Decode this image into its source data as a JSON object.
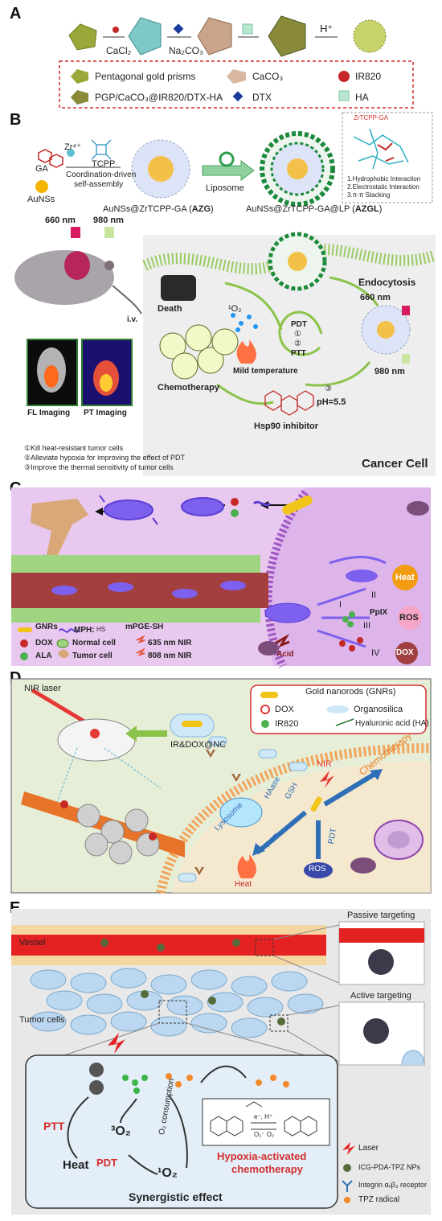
{
  "panels": {
    "a": {
      "label": "A",
      "reagents": [
        "CaCl₂",
        "Na₂CO₃",
        "H⁺"
      ],
      "legend": [
        "Pentagonal gold prisms",
        "CaCO₃",
        "IR820",
        "PGP/CaCO₃@IR820/DTX-HA",
        "DTX",
        "HA"
      ],
      "colors": {
        "gold": "#9aa83a",
        "caco3": "#d8b8a0",
        "ir820": "#c62828",
        "dtx": "#1a3a9c",
        "ha": "#b9e6cf",
        "frame": "#d32f2f"
      }
    },
    "b": {
      "label": "B",
      "reagents": [
        "GA",
        "AuNSs",
        "Zr⁴⁺",
        "TCPP"
      ],
      "step1": [
        "Coordination-driven",
        "self-assembly"
      ],
      "step2": "Liposome",
      "azg": {
        "prefix": "AuNSs@ZrTCPP-GA (",
        "bold": "AZG",
        "suffix": ")"
      },
      "azgl": {
        "prefix": "AuNSs@ZrTCPP-GA@LP (",
        "bold": "AZGL",
        "suffix": ")"
      },
      "inset_title": "ZrTCPP-GA",
      "interactions": [
        "1.Hydrophobic Interaction",
        "2.Electrostatic Interaction",
        "3.π-π Stacking"
      ],
      "wavelengths": [
        "660 nm",
        "980 nm"
      ],
      "iv": "i.v.",
      "imaging": [
        "FL Imaging",
        "PT Imaging"
      ],
      "cycle": {
        "death": "Death",
        "singlet_oxygen": "¹O₂",
        "pdt": "PDT",
        "ptt": "PTT",
        "mild": "Mild temperature",
        "chemo": "Chemotherapy",
        "ph": "pH=5.5",
        "hsp90": "Hsp90 inhibitor",
        "endocytosis": "Endocytosis",
        "cell": "Cancer Cell",
        "n1": "①",
        "n2": "②",
        "n3": "③"
      },
      "notes": [
        "①Kill heat-resistant tumor cells",
        "②Alleviate hypoxia for improving the effect of PDT",
        "③Improve the thermal sensitivity of tumor cells"
      ]
    },
    "c": {
      "label": "C",
      "legend": [
        {
          "text": "GNRs",
          "icon": "gold-rod-icon"
        },
        {
          "text": "MPH:",
          "icon": "mph-chain-icon"
        },
        {
          "text": "mPGE-SH",
          "icon": "none"
        },
        {
          "text": "DOX",
          "icon": "red-dot-icon"
        },
        {
          "text": "Normal cell",
          "icon": "green-cell-icon"
        },
        {
          "text": "635 nm NIR",
          "icon": "lightning-icon"
        },
        {
          "text": "ALA",
          "icon": "green-dot-icon"
        },
        {
          "text": "Tumor cell",
          "icon": "tan-cell-icon"
        },
        {
          "text": "808 nm NIR",
          "icon": "lightning-icon"
        }
      ],
      "mph_formula": "HS",
      "pathways": [
        "I",
        "II",
        "III",
        "IV"
      ],
      "outputs": [
        "Heat",
        "PpIX",
        "ROS",
        "DOX"
      ],
      "acid": "Acid"
    },
    "d": {
      "label": "D",
      "laser": "NIR laser",
      "nanocarrier": "IR&DOX@NC",
      "legend": [
        "Gold nanorods (GNRs)",
        "DOX",
        "Organosilica",
        "IR820",
        "Hyaluronic acid (HA)"
      ],
      "path": [
        "HAase",
        "GSH",
        "NIR",
        "Chemotherapy",
        "Lysosome",
        "PTT",
        "PDT",
        "Heat",
        "ROS"
      ]
    },
    "e": {
      "label": "E",
      "vessel": "Vessel",
      "tumor": "Tumor cells",
      "passive": "Passive targeting",
      "active": "Active targeting",
      "ptt": "PTT",
      "heat": "Heat",
      "triplet": "³O₂",
      "pdt": "PDT",
      "singlet": "¹O₂",
      "consumption": "O₂ consumption",
      "reaction": {
        "forward": "e⁻, H⁺",
        "back": "O₂⁻  O₂"
      },
      "hypoxia": [
        "Hypoxia-activated",
        "chemotherapy"
      ],
      "synergy": "Synergistic effect",
      "legend": [
        "Laser",
        "ICG-PDA-TPZ NPs",
        "Integrin αᵥβ₃ receptor",
        "TPZ radical"
      ]
    }
  }
}
